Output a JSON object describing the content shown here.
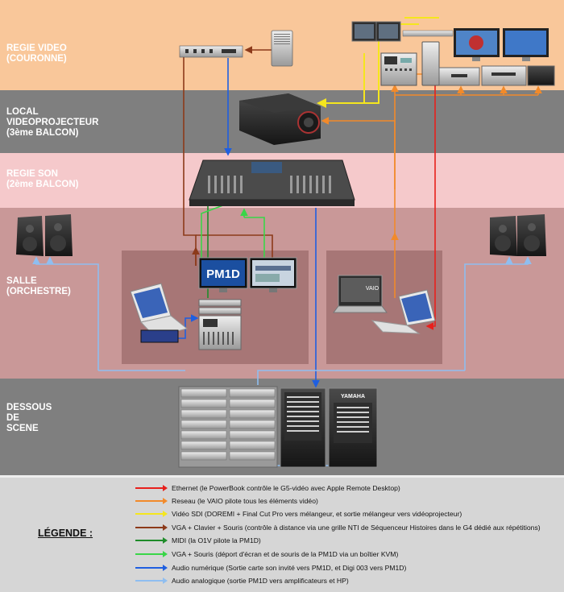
{
  "zones": [
    {
      "id": "regie-video",
      "label": "REGIE VIDEO\n(COURONNE)"
    },
    {
      "id": "local-videoprojecteur",
      "label": "LOCAL\nVIDEOPROJECTEUR\n(3ème BALCON)"
    },
    {
      "id": "regie-son",
      "label": "REGIE SON\n(2ème BALCON)"
    },
    {
      "id": "salle",
      "label": "SALLE\n(ORCHESTRE)"
    },
    {
      "id": "dessous-de-scene",
      "label": "DESSOUS\nDE\nSCENE"
    }
  ],
  "colors": {
    "regie_video": "#f9c79a",
    "local": "#7f7f7f",
    "regie_son": "#f5c9cb",
    "salle": "#c99898",
    "salle_box": "#a77676",
    "dessous": "#7f7f7f",
    "legend": "#d6d6d6"
  },
  "screens": {
    "pm1d_label": "PM1D",
    "vaio_label": "VAIO",
    "yamaha_label": "YAMAHA"
  },
  "legend": {
    "title": "LÉGENDE :",
    "items": [
      {
        "color": "#e8201c",
        "text": "Ethernet (le PowerBook contrôle le G5-vidéo avec Apple Remote Desktop)"
      },
      {
        "color": "#f28a2a",
        "text": "Reseau (le VAIO pilote tous les éléments vidéo)"
      },
      {
        "color": "#f5e61e",
        "text": "Vidéo SDI (DOREMI + Final Cut Pro vers mélangeur, et sortie mélangeur vers vidéoprojecteur)"
      },
      {
        "color": "#8c3a1a",
        "text": "VGA + Clavier + Souris (contrôle à distance via une grille NTI de Séquenceur Histoires dans le G4 dédié aux répétitions)"
      },
      {
        "color": "#1f8c2a",
        "text": "MIDI (la O1V pilote la PM1D)"
      },
      {
        "color": "#39d648",
        "text": "VGA + Souris (déport d'écran et de souris de la PM1D via un boîtier KVM)"
      },
      {
        "color": "#1f5fe0",
        "text": "Audio numérique (Sortie carte son invité vers PM1D, et Digi 003 vers PM1D)"
      },
      {
        "color": "#8fbef0",
        "text": "Audio analogique (sortie PM1D vers amplificateurs et HP)"
      }
    ]
  }
}
